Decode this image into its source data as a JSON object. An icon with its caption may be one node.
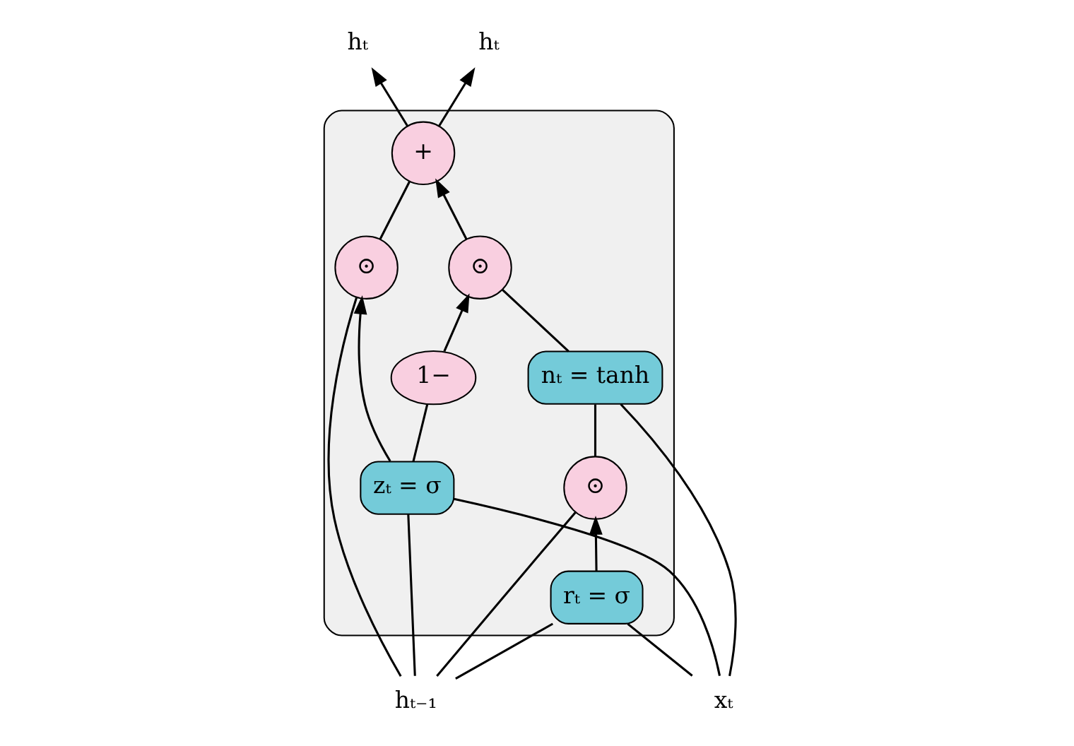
{
  "diagram": {
    "nodes": [
      {
        "text": [],
        "shape": "box"
      },
      {
        "text": [
          "hₜ₋₁"
        ]
      },
      {
        "text": [
          "⊙"
        ],
        "in": 0
      },
      {
        "text": [
          "+"
        ],
        "in": 0
      },
      {
        "text": [
          "⊙"
        ],
        "in": 0
      },
      {
        "text": [
          "1−"
        ],
        "in": 0
      },
      {
        "text": [
          "⊙"
        ],
        "in": 0
      },
      {
        "text": [
          "rₜ = σ"
        ],
        "in": 0
      },
      {
        "text": [
          "zₜ = σ"
        ],
        "in": 0
      },
      {
        "text": [
          "nₜ = tanh"
        ],
        "in": 0
      },
      {
        "text": [
          "hₜ"
        ]
      },
      {
        "text": [
          "hₜ"
        ]
      },
      {
        "text": [
          "xₜ"
        ]
      }
    ],
    "edges": [
      {
        "from": 1,
        "to": 2,
        "arrow": "none"
      },
      {
        "from": 2,
        "to": 3,
        "arrow": "none"
      },
      {
        "from": 3,
        "to": 10,
        "arrow": "to"
      },
      {
        "from": 3,
        "to": 11,
        "arrow": "to"
      },
      {
        "from": 1,
        "to": 4,
        "arrow": "none"
      },
      {
        "from": 1,
        "to": 7,
        "arrow": "none"
      },
      {
        "from": 1,
        "to": 8,
        "arrow": "none"
      },
      {
        "from": 12,
        "to": 7,
        "arrow": "none"
      },
      {
        "from": 12,
        "to": 8,
        "arrow": "none"
      },
      {
        "from": 12,
        "to": 9,
        "arrow": "none"
      },
      {
        "from": 7,
        "to": 4,
        "arrow": "to"
      },
      {
        "from": 4,
        "to": 9,
        "arrow": "none"
      },
      {
        "from": 8,
        "to": 2,
        "arrow": "to"
      },
      {
        "from": 8,
        "to": 5,
        "arrow": "none"
      },
      {
        "from": 5,
        "to": 6,
        "arrow": "to"
      },
      {
        "from": 9,
        "to": 6,
        "arrow": "none"
      },
      {
        "from": 6,
        "to": 3,
        "arrow": "to"
      }
    ]
  }
}
